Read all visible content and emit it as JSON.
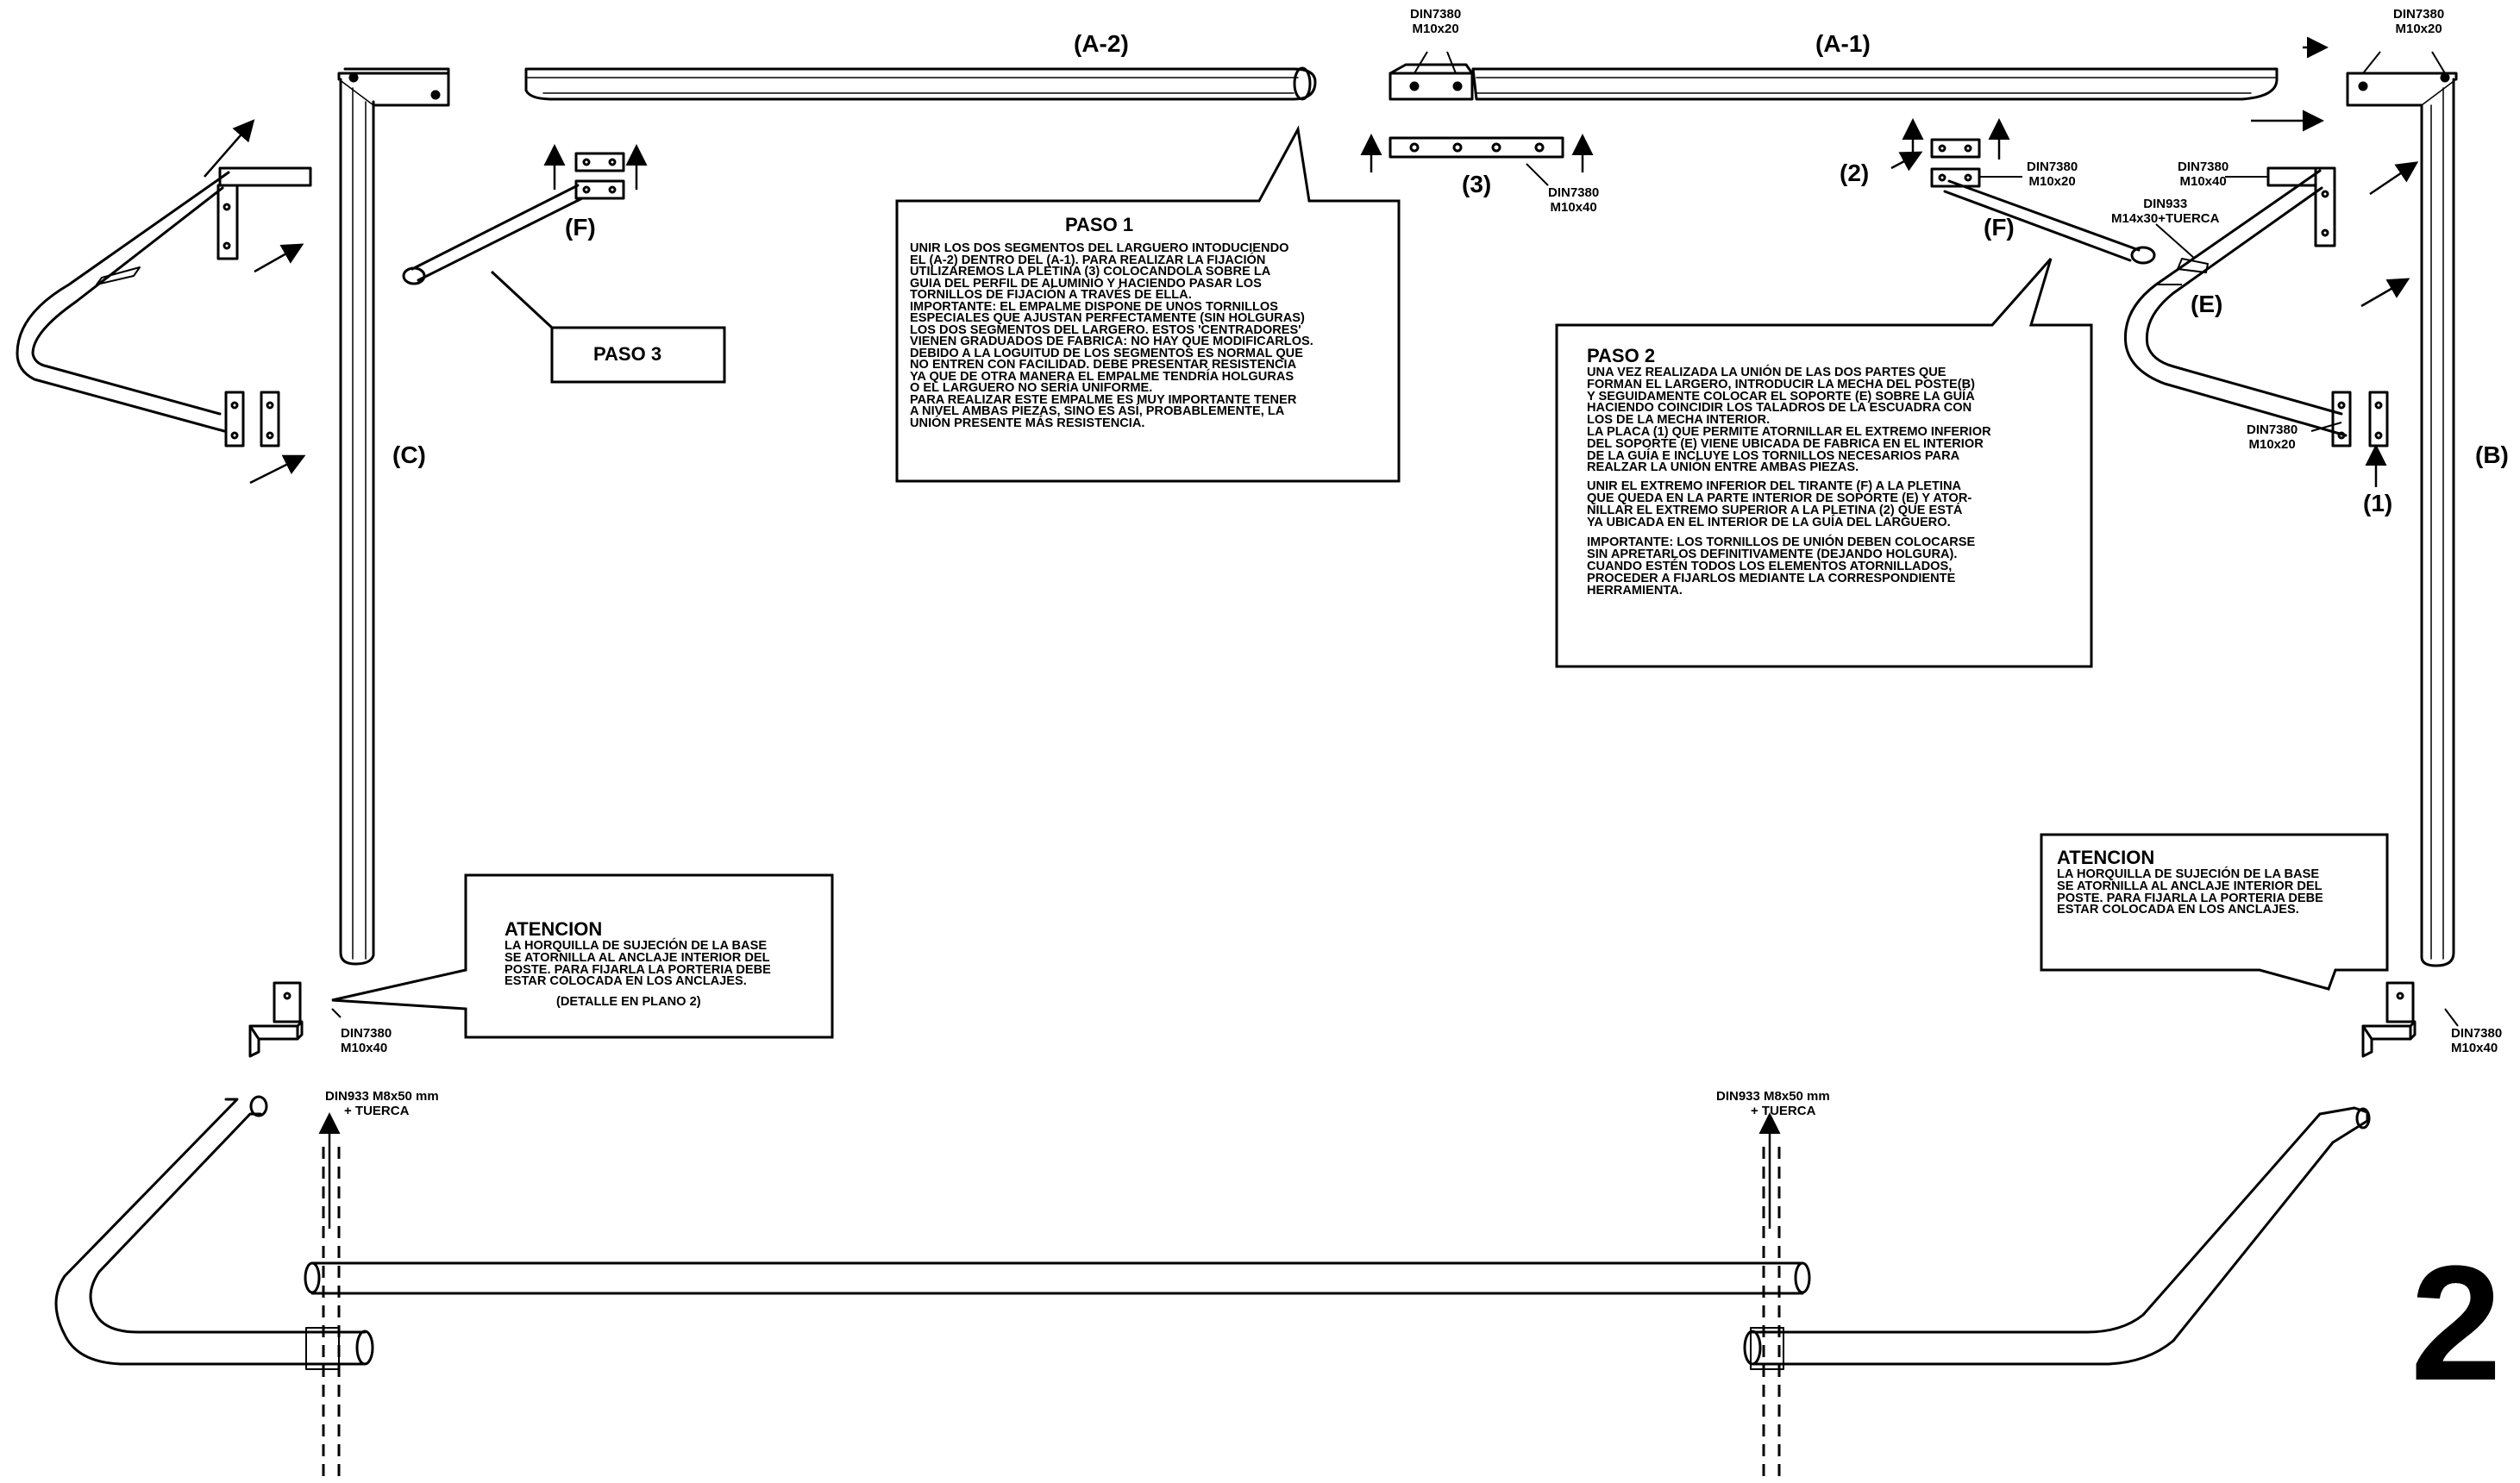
{
  "labels": {
    "a2": "(A-2)",
    "a1": "(A-1)",
    "b": "(B)",
    "c": "(C)",
    "e": "(E)",
    "f_left": "(F)",
    "f_right": "(F)",
    "n1": "(1)",
    "n2": "(2)",
    "n3": "(3)",
    "page_number": "2"
  },
  "hardware": {
    "top_left_din": "DIN7380",
    "top_left_size": "M10x20",
    "top_right_din": "DIN7380",
    "top_right_size": "M10x20",
    "plate3_din": "DIN7380",
    "plate3_size": "M10x40",
    "bracket2_din": "DIN7380",
    "bracket2_size": "M10x20",
    "support_top_din": "DIN7380",
    "support_top_size": "M10x40",
    "support_mid_din": "DIN933",
    "support_mid_size": "M14x30+TUERCA",
    "plate1_din": "DIN7380",
    "plate1_size": "M10x20",
    "base_left_din": "DIN7380",
    "base_left_size": "M10x40",
    "base_right_din": "DIN7380",
    "base_right_size": "M10x40",
    "bolt_left_line1": "DIN933 M8x50 mm",
    "bolt_left_line2": "+ TUERCA",
    "bolt_right_line1": "DIN933 M8x50 mm",
    "bolt_right_line2": "+ TUERCA"
  },
  "paso1": {
    "title": "PASO 1",
    "lines": [
      "UNIR LOS DOS SEGMENTOS DEL LARGUERO INTODUCIENDO",
      "EL (A-2) DENTRO DEL (A-1). PARA REALIZAR LA FIJACIÓN",
      "UTILIZAREMOS LA PLETINA (3) COLOCANDOLA SOBRE LA",
      "GUIA DEL PERFIL DE ALUMINIO Y HACIENDO PASAR LOS",
      "TORNILLOS DE FIJACIÓN A TRAVÉS DE ELLA.",
      "IMPORTANTE: EL EMPALME DISPONE DE UNOS TORNILLOS",
      "ESPECIALES QUE AJUSTAN PERFECTAMENTE (SIN HOLGURAS)",
      "LOS DOS SEGMENTOS DEL LARGERO. ESTOS 'CENTRADORES'",
      "VIENEN GRADUADOS DE FABRICA: NO HAY QUE MODIFICARLOS.",
      "DEBIDO A LA LOGUITUD DE LOS SEGMENTOS ES NORMAL QUE",
      "NO ENTREN CON FACILIDAD. DEBE PRESENTAR RESISTENCIA",
      "YA QUE DE OTRA MANERA EL EMPALME TENDRÍA HOLGURAS",
      "O EL LARGUERO NO SERÍA UNIFORME.",
      "PARA REALIZAR ESTE EMPALME ES MUY IMPORTANTE TENER",
      "A NIVEL AMBAS PIEZAS, SINO ES ASÍ, PROBABLEMENTE, LA",
      "UNIÓN PRESENTE MÁS RESISTENCIA."
    ]
  },
  "paso2": {
    "title": "PASO 2",
    "lines_a": [
      "UNA VEZ REALIZADA LA UNIÓN DE LAS DOS PARTES QUE",
      "FORMAN EL LARGERO, INTRODUCIR LA MECHA DEL POSTE(B)",
      "Y SEGUIDAMENTE COLOCAR EL SOPORTE (E) SOBRE LA GUÍA",
      "HACIENDO COINCIDIR LOS TALADROS DE LA ESCUADRA CON",
      "LOS DE LA MECHA INTERIOR.",
      "LA PLACA (1) QUE PERMITE ATORNILLAR EL EXTREMO INFERIOR",
      "DEL SOPORTE (E) VIENE UBICADA DE FABRICA EN EL INTERIOR",
      "DE LA GUÍA E INCLUYE LOS TORNILLOS NECESARIOS PARA",
      "REALZAR LA UNIÓN ENTRE AMBAS PIEZAS."
    ],
    "lines_b": [
      "UNIR EL EXTREMO INFERIOR DEL TIRANTE (F) A LA PLETINA",
      "QUE QUEDA EN LA PARTE INTERIOR DE SOPORTE (E) Y ATOR-",
      "NILLAR EL EXTREMO SUPERIOR A LA PLETINA (2) QUE ESTÁ",
      "YA UBICADA EN EL INTERIOR DE LA GUÍA DEL LARGUERO."
    ],
    "lines_c": [
      "IMPORTANTE: LOS TORNILLOS DE UNIÓN DEBEN COLOCARSE",
      "SIN APRETARLOS DEFINITIVAMENTE (DEJANDO HOLGURA).",
      "CUANDO ESTÉN TODOS LOS ELEMENTOS ATORNILLADOS,",
      "PROCEDER A FIJARLOS MEDIANTE LA CORRESPONDIENTE",
      "HERRAMIENTA."
    ]
  },
  "paso3": {
    "title": "PASO 3"
  },
  "atencion_left": {
    "title": "ATENCION",
    "lines": [
      "LA HORQUILLA DE SUJECIÓN DE LA BASE",
      "SE ATORNILLA AL ANCLAJE INTERIOR DEL",
      "POSTE. PARA FIJARLA LA PORTERIA DEBE",
      "ESTAR COLOCADA EN LOS ANCLAJES."
    ],
    "note": "(DETALLE EN PLANO 2)"
  },
  "atencion_right": {
    "title": "ATENCION",
    "lines": [
      "LA HORQUILLA DE SUJECIÓN DE LA BASE",
      "SE ATORNILLA AL ANCLAJE INTERIOR DEL",
      "POSTE. PARA FIJARLA LA PORTERIA DEBE",
      "ESTAR COLOCADA EN LOS ANCLAJES."
    ]
  }
}
